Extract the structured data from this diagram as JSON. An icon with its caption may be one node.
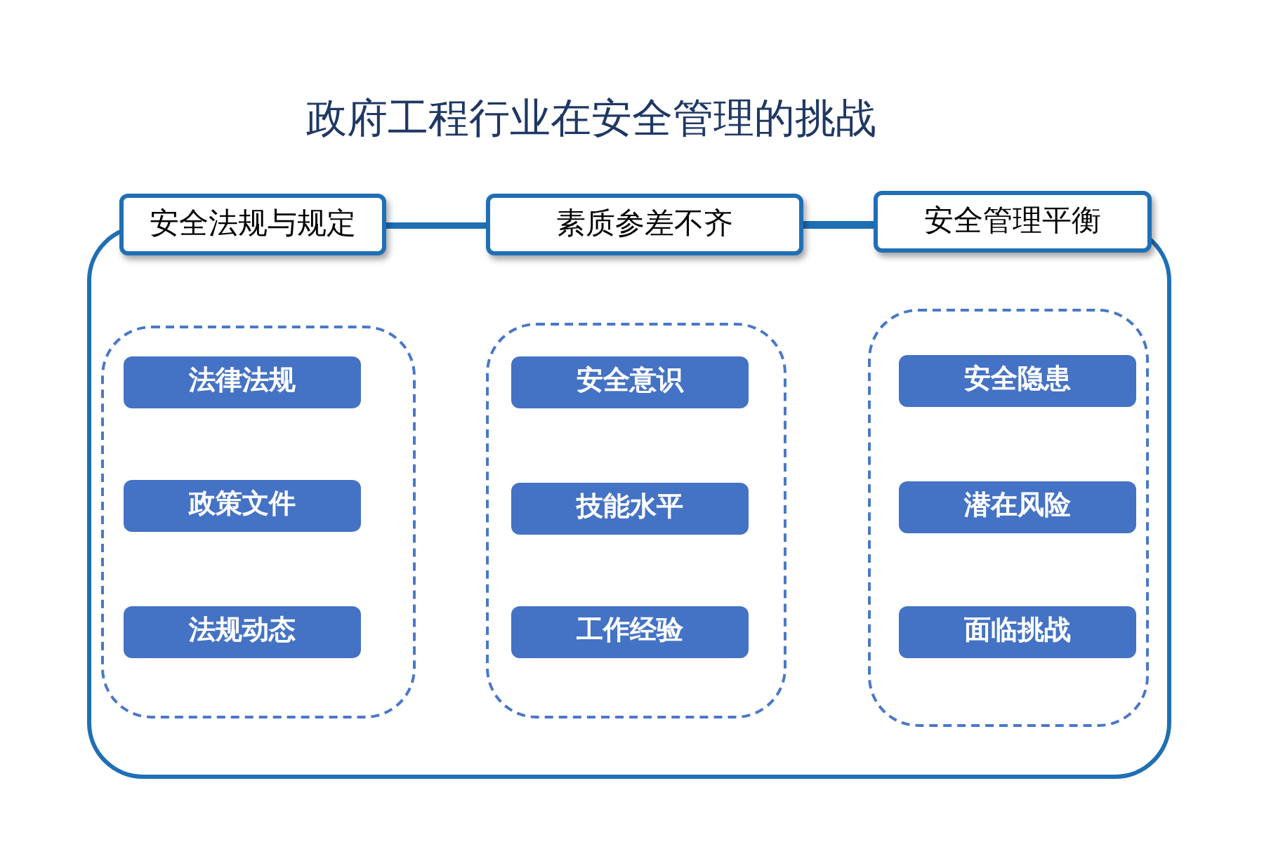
{
  "diagram": {
    "title": "政府工程行业在安全管理的挑战",
    "nodes": [
      {
        "text": [],
        "shape": "box"
      },
      {
        "text": [
          "安全法规与规定"
        ]
      },
      {
        "text": [
          "素质参差不齐"
        ]
      },
      {
        "text": [
          "安全管理平衡"
        ]
      },
      {
        "text": [],
        "shape": "box",
        "in": 0
      },
      {
        "text": [
          "法律法规"
        ],
        "in": 4
      },
      {
        "text": [
          "政策文件"
        ],
        "in": 4
      },
      {
        "text": [
          "法规动态"
        ],
        "in": 4
      },
      {
        "text": [],
        "shape": "box",
        "in": 0
      },
      {
        "text": [
          "安全意识"
        ],
        "in": 8
      },
      {
        "text": [
          "技能水平"
        ],
        "in": 8
      },
      {
        "text": [
          "工作经验"
        ],
        "in": 8
      },
      {
        "text": [],
        "shape": "box",
        "in": 0
      },
      {
        "text": [
          "安全隐患"
        ],
        "in": 12
      },
      {
        "text": [
          "潜在风险"
        ],
        "in": 12
      },
      {
        "text": [
          "面临挑战"
        ],
        "in": 12
      }
    ],
    "edges": [
      {
        "from": 1,
        "to": 2,
        "arrow": "none"
      },
      {
        "from": 2,
        "to": 3,
        "arrow": "none"
      }
    ]
  }
}
